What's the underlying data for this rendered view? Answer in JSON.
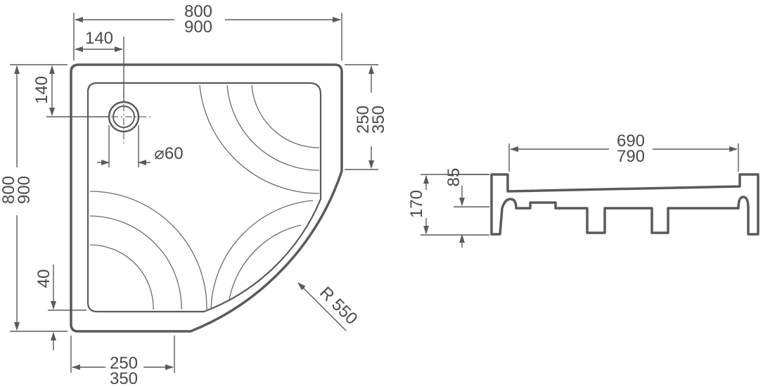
{
  "top_view": {
    "width_labels": [
      "800",
      "900"
    ],
    "drain_offset_x": "140",
    "drain_offset_y": "140",
    "drain_diameter": "⌀60",
    "right_straight": [
      "250",
      "350"
    ],
    "height_labels": [
      "800",
      "900"
    ],
    "rim_width": "40",
    "bottom_straight": [
      "250",
      "350"
    ],
    "radius": "R 550"
  },
  "side_view": {
    "inner_length": [
      "690",
      "790"
    ],
    "depth_inner": "85",
    "total_height": "170"
  }
}
